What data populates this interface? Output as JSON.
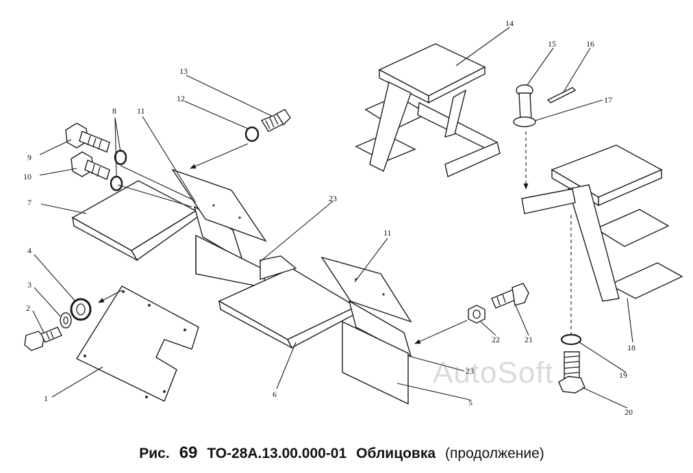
{
  "callouts": [
    "1",
    "2",
    "3",
    "4",
    "5",
    "6",
    "7",
    "8",
    "9",
    "10",
    "11",
    "12",
    "13",
    "14",
    "15",
    "16",
    "17",
    "18",
    "19",
    "20",
    "21",
    "22",
    "23"
  ],
  "watermark": "AutoSoft",
  "caption": {
    "prefix": "Рис.",
    "number": "69",
    "code": "ТО-28А.13.00.000-01",
    "title": "Облицовка",
    "note": "(продолжение)"
  }
}
